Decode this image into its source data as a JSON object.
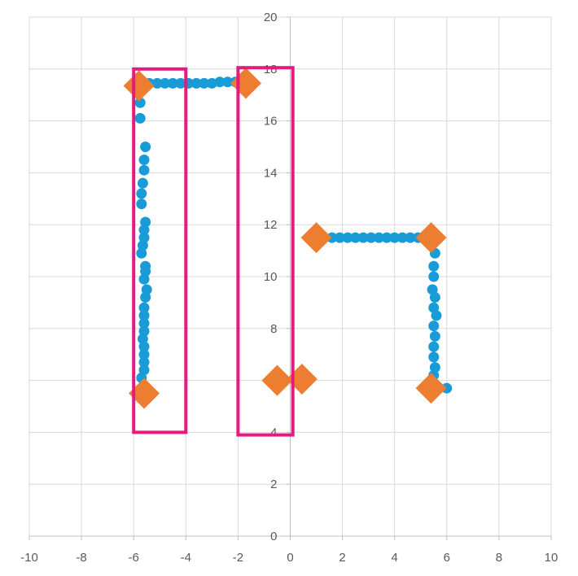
{
  "colors": {
    "points": "#199BD7",
    "markers": "#ED7D31",
    "boxes": "#E5197F"
  },
  "chart_data": {
    "type": "scatter",
    "title": "",
    "xlabel": "",
    "ylabel": "",
    "xlim": [
      -10,
      10
    ],
    "ylim": [
      0,
      20
    ],
    "grid": true,
    "legend": "none",
    "x_ticks": [
      "-10",
      "-8",
      "-6",
      "-4",
      "-2",
      "0",
      "2",
      "4",
      "6",
      "8",
      "10"
    ],
    "y_ticks": [
      "0",
      "2",
      "4",
      "6",
      "8",
      "10",
      "12",
      "14",
      "16",
      "18",
      "20"
    ],
    "series": [
      {
        "marker": "circle",
        "color": "#199BD7",
        "points": [
          [
            -5.7,
            6.1
          ],
          [
            -5.6,
            6.4
          ],
          [
            -5.6,
            6.7
          ],
          [
            -5.6,
            7.0
          ],
          [
            -5.6,
            7.3
          ],
          [
            -5.65,
            7.6
          ],
          [
            -5.6,
            7.9
          ],
          [
            -5.6,
            8.2
          ],
          [
            -5.6,
            8.5
          ],
          [
            -5.6,
            8.8
          ],
          [
            -5.55,
            9.2
          ],
          [
            -5.5,
            9.5
          ],
          [
            -5.6,
            9.9
          ],
          [
            -5.55,
            10.2
          ],
          [
            -5.55,
            10.4
          ],
          [
            -5.7,
            10.9
          ],
          [
            -5.65,
            11.2
          ],
          [
            -5.6,
            11.5
          ],
          [
            -5.6,
            11.8
          ],
          [
            -5.55,
            12.1
          ],
          [
            -5.7,
            12.8
          ],
          [
            -5.7,
            13.2
          ],
          [
            -5.65,
            13.6
          ],
          [
            -5.6,
            14.1
          ],
          [
            -5.6,
            14.5
          ],
          [
            -5.55,
            15.0
          ],
          [
            -5.75,
            16.1
          ],
          [
            -5.75,
            16.7
          ],
          [
            -5.7,
            17.4
          ],
          [
            -5.4,
            17.45
          ],
          [
            -5.1,
            17.45
          ],
          [
            -4.8,
            17.45
          ],
          [
            -4.5,
            17.45
          ],
          [
            -4.2,
            17.45
          ],
          [
            -3.9,
            17.45
          ],
          [
            -3.6,
            17.45
          ],
          [
            -3.3,
            17.45
          ],
          [
            -3.0,
            17.45
          ],
          [
            -2.7,
            17.5
          ],
          [
            -2.4,
            17.5
          ],
          [
            -2.1,
            17.5
          ],
          [
            1.3,
            11.5
          ],
          [
            1.6,
            11.5
          ],
          [
            1.9,
            11.5
          ],
          [
            2.2,
            11.5
          ],
          [
            2.5,
            11.5
          ],
          [
            2.8,
            11.5
          ],
          [
            3.1,
            11.5
          ],
          [
            3.4,
            11.5
          ],
          [
            3.7,
            11.5
          ],
          [
            4.0,
            11.5
          ],
          [
            4.3,
            11.5
          ],
          [
            4.6,
            11.5
          ],
          [
            4.9,
            11.5
          ],
          [
            5.2,
            11.5
          ],
          [
            5.55,
            10.9
          ],
          [
            5.5,
            10.4
          ],
          [
            5.5,
            10.0
          ],
          [
            5.45,
            9.5
          ],
          [
            5.55,
            9.2
          ],
          [
            5.5,
            8.8
          ],
          [
            5.6,
            8.5
          ],
          [
            5.5,
            8.1
          ],
          [
            5.55,
            7.7
          ],
          [
            5.5,
            7.3
          ],
          [
            5.5,
            6.9
          ],
          [
            5.55,
            6.5
          ],
          [
            5.5,
            6.2
          ],
          [
            6.0,
            5.7
          ]
        ]
      },
      {
        "marker": "diamond",
        "color": "#ED7D31",
        "points": [
          [
            -5.8,
            17.35
          ],
          [
            -1.7,
            17.45
          ],
          [
            1.0,
            11.5
          ],
          [
            5.4,
            11.5
          ],
          [
            -0.5,
            6.0
          ],
          [
            0.45,
            6.05
          ],
          [
            -5.6,
            5.5
          ],
          [
            5.4,
            5.7
          ]
        ]
      }
    ],
    "annotations": [
      {
        "shape": "rectangle",
        "color": "#E5197F",
        "x": [
          -6.0,
          -4.0
        ],
        "y": [
          4.0,
          18.0
        ]
      },
      {
        "shape": "rectangle",
        "color": "#E5197F",
        "x": [
          -2.0,
          0.1
        ],
        "y": [
          3.9,
          18.05
        ]
      }
    ]
  }
}
